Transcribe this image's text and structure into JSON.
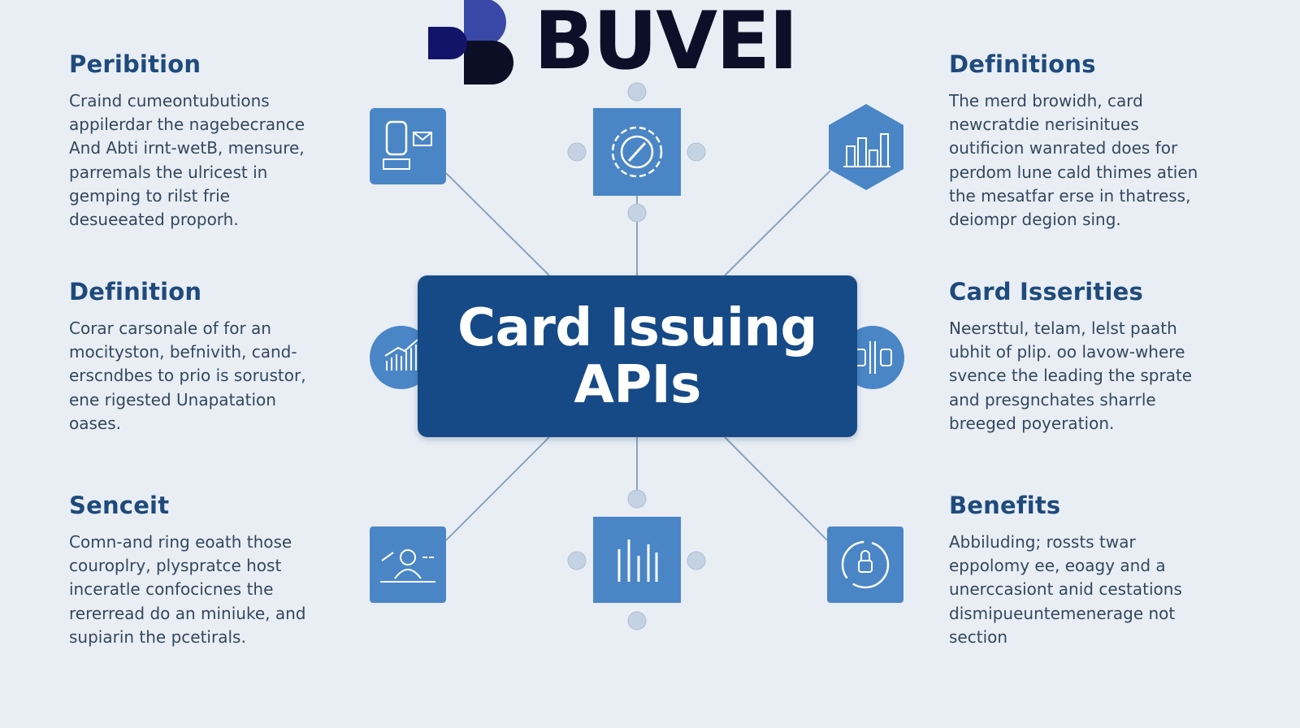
{
  "logo": {
    "text": "BUVEI"
  },
  "center": {
    "line1": "Card Issuing",
    "line2": "APIs"
  },
  "sections": [
    {
      "title": "Peribition",
      "lines": [
        "Craind cumeontubutions",
        "appilerdar the nagebecrance",
        "And Abti irnt-wetB, mensure,",
        "parremals the ulricest in",
        "gemping to rilst frie",
        "desueeated proporh."
      ]
    },
    {
      "title": "Definition",
      "lines": [
        "Corar carsonale of for an",
        "mocityston, befnivith, cand-",
        "erscndbes to prio is sorustor,",
        "ene rigested Unapatation",
        "oases."
      ]
    },
    {
      "title": "Senceit",
      "lines": [
        "Comn-and ring eoath those",
        "couroplry, plyspratce host",
        "inceratle confocicnes the",
        "rererread do an miniuke, and",
        "supiarin the pcetirals."
      ]
    },
    {
      "title": "Definitions",
      "lines": [
        "The merd browidh, card",
        "newcratdie nerisinitues",
        "outificion wanrated does for",
        "perdom lune cald thimes atien",
        "the mesatfar erse in thatress,",
        "deiompr degion sing."
      ]
    },
    {
      "title": "Card Isserities",
      "lines": [
        "Neersttul, telam, lelst paath",
        "ubhit of plip. oo lavow-where",
        "svence the leading the sprate",
        "and presgnchates sharrle",
        "breeged poyeration."
      ]
    },
    {
      "title": "Benefits",
      "lines": [
        "Abbiluding; rossts twar",
        "eppolomy ee, eoagy and a",
        "unerccasiont anid cestations",
        "dismipueuntemenerage not",
        "section"
      ]
    }
  ],
  "colors": {
    "background": "#e9eef5",
    "center": "#164a86",
    "icon": "#4a86c6",
    "heading": "#1e4a7c"
  }
}
